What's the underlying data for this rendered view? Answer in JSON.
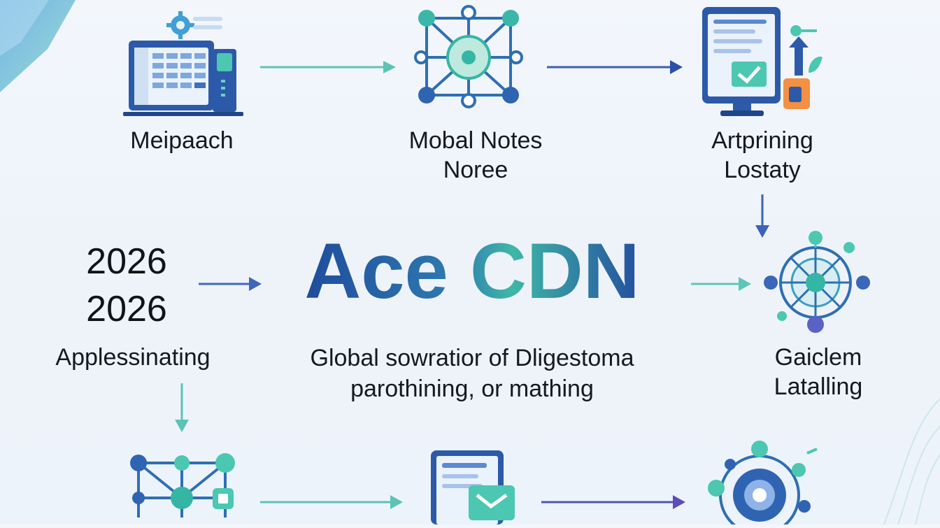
{
  "nodes": {
    "top_left": {
      "label": "Meipaach",
      "icon": "dashboard-gear-icon"
    },
    "top_center": {
      "line1": "Mobal Notes",
      "line2": "Noree",
      "icon": "network-hub-icon"
    },
    "top_right": {
      "line1": "Artprining",
      "line2": "Lostaty",
      "icon": "monitor-document-icon"
    },
    "middle_right": {
      "line1": "Gaiclem",
      "line2": "Latalling",
      "icon": "globe-network-icon"
    },
    "bottom_left": {
      "icon": "network-mesh-icon"
    },
    "bottom_center": {
      "icon": "document-mail-icon"
    },
    "bottom_right": {
      "icon": "globe-hub-icon"
    }
  },
  "left_panel": {
    "year1": "2026",
    "year2": "2026",
    "label": "Applessinating"
  },
  "hero": {
    "title": "Ace CDN",
    "subtitle_line1": "Global sowratior of Dligestoma",
    "subtitle_line2": "parothining, or mathing"
  },
  "colors": {
    "blue": "#2c5aa8",
    "teal": "#4cc7b1",
    "navy": "#1e3f8a",
    "arrow_teal": "#53c2b4",
    "arrow_blue": "#3856b3"
  }
}
